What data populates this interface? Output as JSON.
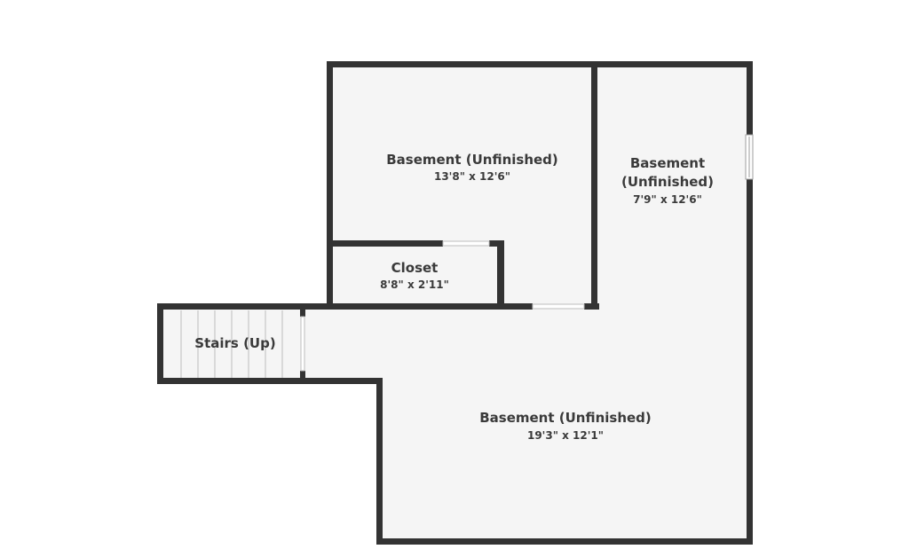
{
  "floorplan": {
    "colors": {
      "wall": "#333333",
      "floor": "#f5f5f5",
      "text": "#3a3a3a",
      "background": "#ffffff"
    },
    "rooms": [
      {
        "id": "basement-upper-left",
        "name": "Basement (Unfinished)",
        "dims": "13'8\" x 12'6\""
      },
      {
        "id": "basement-right",
        "name_line1": "Basement",
        "name_line2": "(Unfinished)",
        "dims": "7'9\" x 12'6\""
      },
      {
        "id": "closet",
        "name": "Closet",
        "dims": "8'8\" x 2'11\""
      },
      {
        "id": "stairs",
        "name": "Stairs (Up)"
      },
      {
        "id": "basement-lower",
        "name": "Basement (Unfinished)",
        "dims": "19'3\" x 12'1\""
      }
    ]
  }
}
